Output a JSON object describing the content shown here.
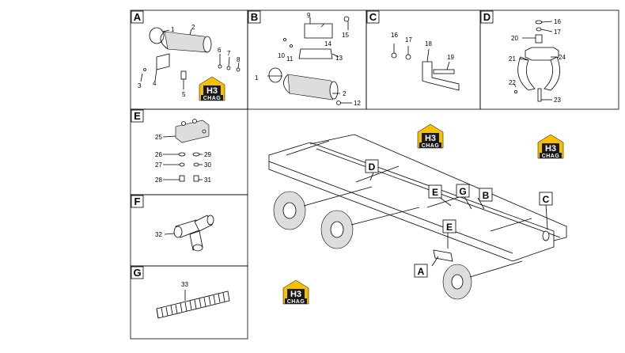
{
  "panels": [
    {
      "id": "A",
      "label": "A",
      "numbers": [
        "1",
        "2",
        "3",
        "4",
        "5",
        "6",
        "7",
        "8"
      ]
    },
    {
      "id": "B",
      "label": "B",
      "numbers": [
        "9",
        "10",
        "11",
        "14",
        "15",
        "13",
        "1",
        "2",
        "12"
      ]
    },
    {
      "id": "C",
      "label": "C",
      "numbers": [
        "16",
        "17",
        "18",
        "19"
      ]
    },
    {
      "id": "D",
      "label": "D",
      "numbers": [
        "16",
        "17",
        "20",
        "21",
        "24",
        "22",
        "23"
      ]
    },
    {
      "id": "E",
      "label": "E",
      "numbers": [
        "25",
        "26",
        "29",
        "27",
        "30",
        "28",
        "31"
      ]
    },
    {
      "id": "F",
      "label": "F",
      "numbers": [
        "32"
      ]
    },
    {
      "id": "G",
      "label": "G",
      "numbers": [
        "33"
      ]
    }
  ],
  "chassis_callouts": [
    "D",
    "E",
    "G",
    "B",
    "C",
    "E",
    "A"
  ],
  "logo": {
    "mark": "H3",
    "text": "CHAG"
  },
  "colors": {
    "logo_yellow": "#f5c000",
    "logo_dark": "#1a1a1a",
    "line": "#000000"
  }
}
